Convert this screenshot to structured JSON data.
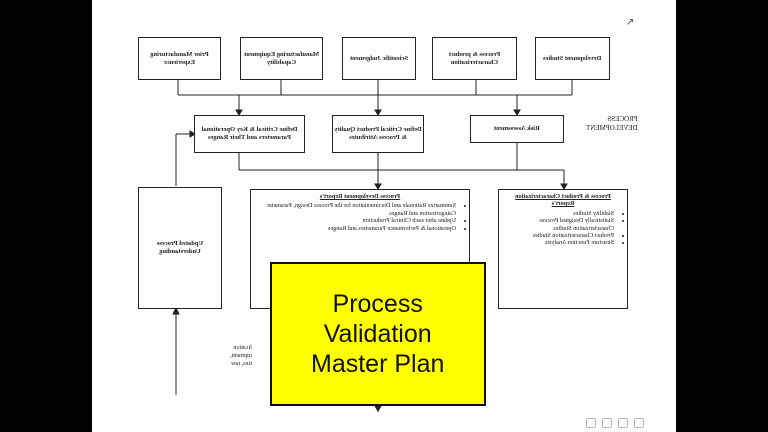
{
  "top_row": [
    {
      "label": "Prior Manufacturing Experience"
    },
    {
      "label": "Manufacturing Equipment Capability"
    },
    {
      "label": "Scientific Judgement"
    },
    {
      "label": "Process & product Characterization"
    },
    {
      "label": "Development Studies"
    }
  ],
  "middle_row": [
    {
      "label": "Define Critical & Key Operational Parameters and Their Ranges"
    },
    {
      "label": "Define Critical Product Quality & Process Attributes"
    },
    {
      "label": "Risk Assessment"
    }
  ],
  "side_label": {
    "line1": "PROCESS",
    "line2": "DEVELOPMENT"
  },
  "updated_box": {
    "label": "Updated Process Understanding"
  },
  "report_left": {
    "title": "Process Development Report's",
    "items": [
      "Summarize Rationale and Documentation for the Process Design, Parameter Categorization and Ranges.",
      "Update after each Clinical Production",
      "Operational & Performance Parameters and Ranges"
    ]
  },
  "report_right": {
    "title": "Process & Product Characterization Report's",
    "items": [
      "Stability Studies",
      "Statistically Designed Process Characterization Studies",
      "Product Characterization Studies",
      "Structure Function Analysis"
    ]
  },
  "fragments": [
    "lication",
    "uipment,",
    "ties, raw"
  ],
  "overlay": {
    "line1": "Process",
    "line2": "Validation",
    "line3": "Master Plan",
    "color": "#ffff00"
  }
}
